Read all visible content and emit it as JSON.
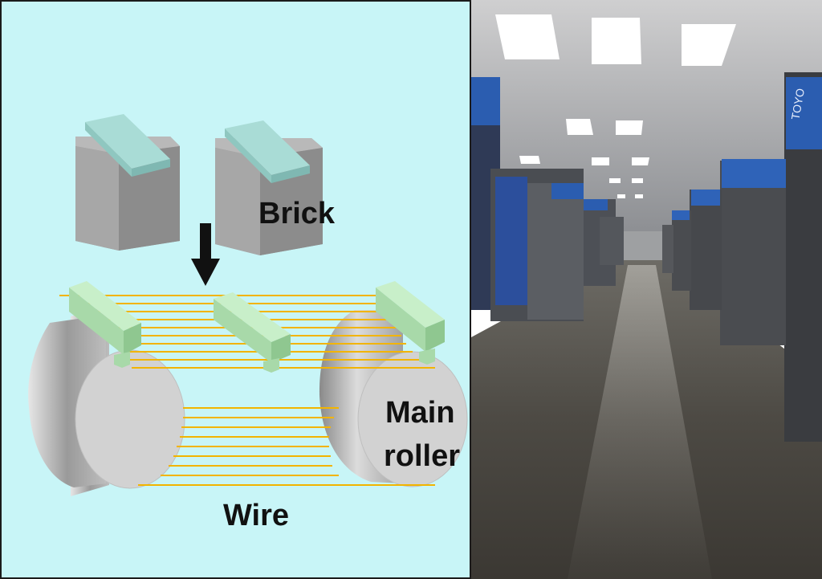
{
  "diagram": {
    "labels": {
      "brick": "Brick",
      "main_roller_line1": "Main",
      "main_roller_line2": "roller",
      "wire": "Wire"
    },
    "colors": {
      "background": "#c8f5f7",
      "block": "#a7a7a7",
      "brick_top": "#a9dcd6",
      "holder": "#b8e6b9",
      "wire": "#f2b400",
      "roller": "#d0d0d0",
      "arrow": "#111111"
    },
    "icons": [
      "down-arrow-icon"
    ]
  },
  "photo": {
    "description_icons": [
      "factory-hall-photo"
    ],
    "signage": {
      "machine_brand": "TOYO"
    }
  }
}
